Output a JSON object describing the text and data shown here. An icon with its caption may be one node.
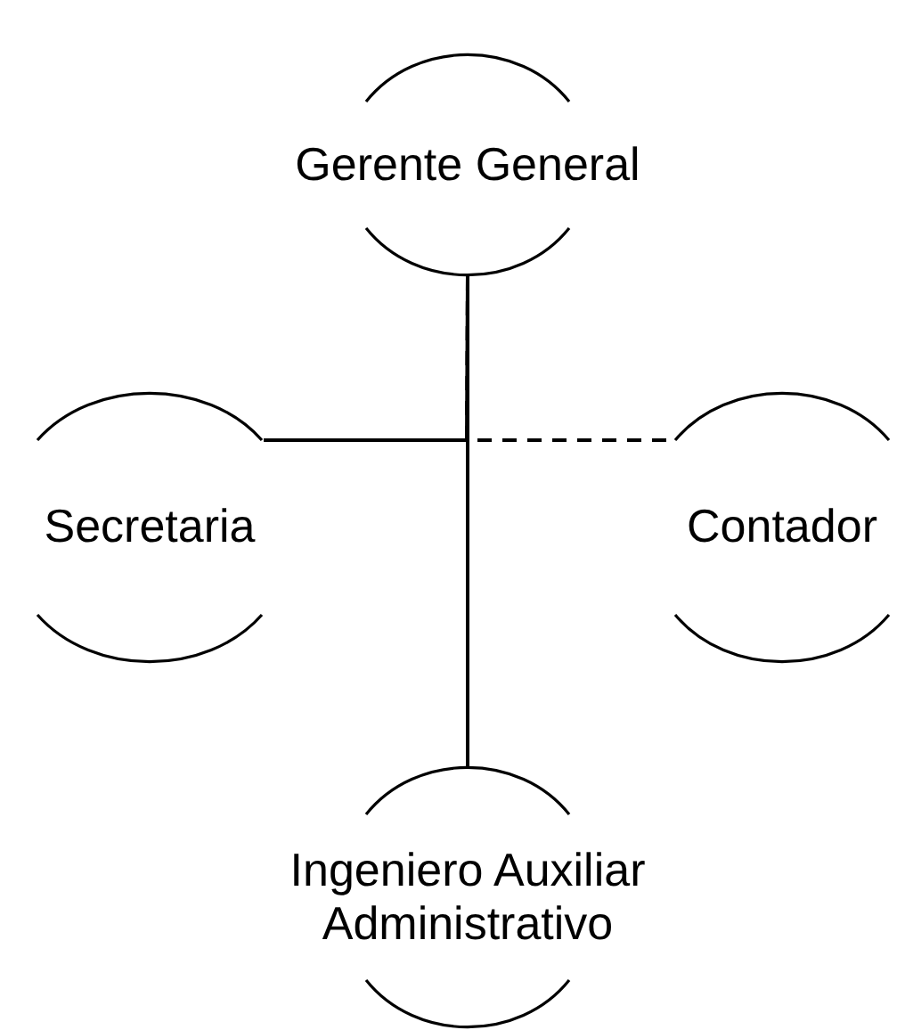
{
  "diagram": {
    "nodes": [
      {
        "text": [
          "Gerente General"
        ]
      },
      {
        "text": [
          "Secretaria"
        ]
      },
      {
        "text": [
          "Contador"
        ]
      },
      {
        "text": [
          "Ingeniero Auxiliar Administrativo"
        ]
      }
    ],
    "edges": [
      {
        "from": 0,
        "to": 1,
        "arrow": "none"
      },
      {
        "from": 0,
        "to": 2,
        "arrow": "none",
        "style": "dashed"
      },
      {
        "from": 0,
        "to": 3,
        "arrow": "none"
      }
    ]
  }
}
